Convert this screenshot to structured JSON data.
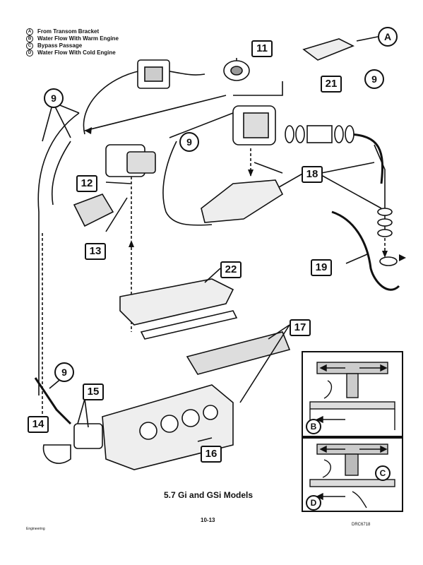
{
  "legend": [
    {
      "letter": "A",
      "text": "From Transom Bracket"
    },
    {
      "letter": "B",
      "text": "Water Flow With Warm Engine"
    },
    {
      "letter": "C",
      "text": "Bypass Passage"
    },
    {
      "letter": "D",
      "text": "Water Flow With Cold Engine"
    }
  ],
  "callouts": {
    "c11": "11",
    "c21": "21",
    "c9a": "9",
    "cA": "A",
    "c9b": "9",
    "c9c": "9",
    "c18": "18",
    "c12": "12",
    "c13": "13",
    "c19": "19",
    "c22": "22",
    "c17": "17",
    "c9d": "9",
    "c15": "15",
    "c14": "14",
    "c16": "16"
  },
  "inset_labels": {
    "B": "B",
    "C": "C",
    "D": "D"
  },
  "caption": "5.7 Gi and GSi Models",
  "page_number": "10-13",
  "footer_left": "Engineering",
  "footer_right": "DRC6718"
}
